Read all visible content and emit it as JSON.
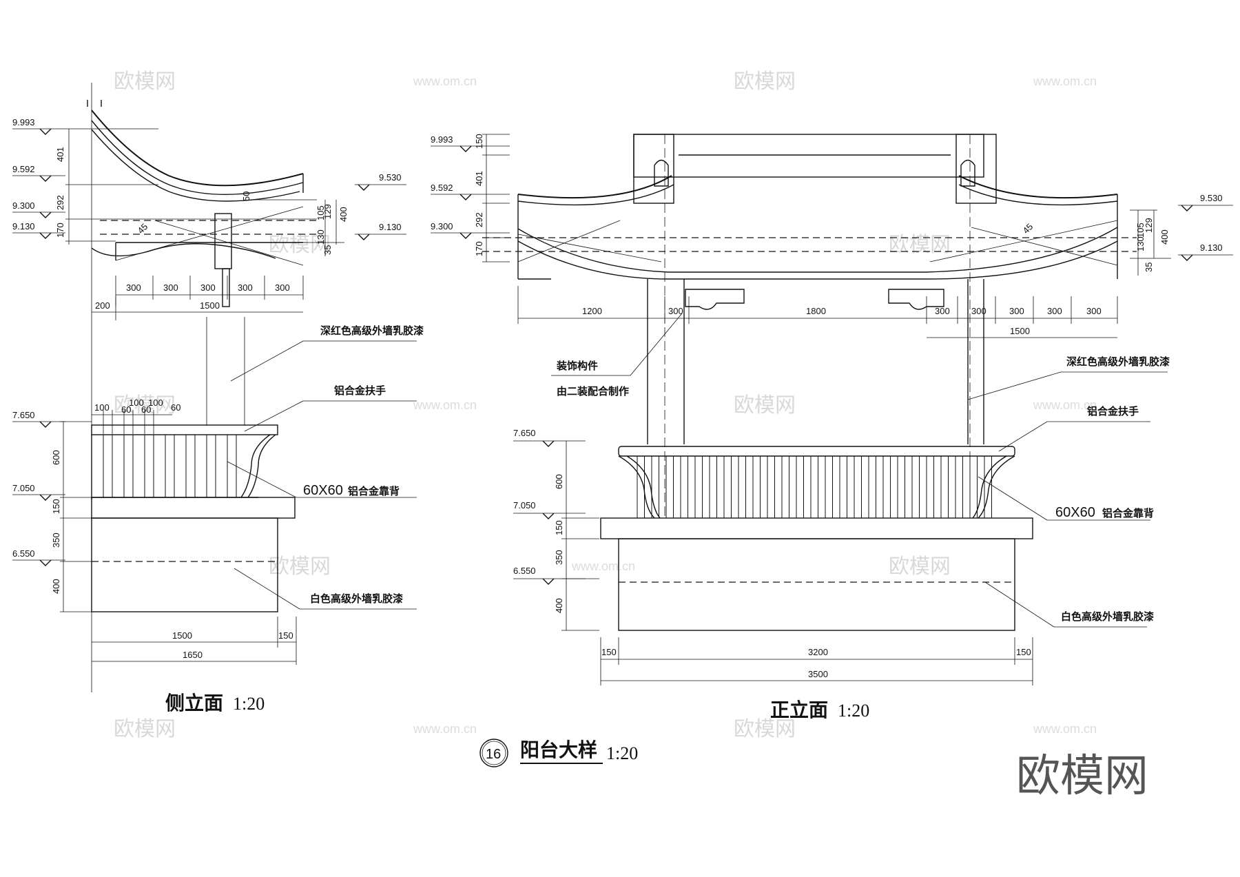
{
  "watermarks": {
    "brand": "欧模网",
    "url": "www.om.cn"
  },
  "side": {
    "levels": [
      "9.993",
      "9.592",
      "9.300",
      "9.130",
      "7.650",
      "7.050",
      "6.550"
    ],
    "right_levels": [
      "9.530",
      "9.130"
    ],
    "vdims_left": [
      "401",
      "292",
      "170",
      "600",
      "150",
      "350",
      "400"
    ],
    "vdims_right": [
      "50",
      "129",
      "105",
      "130",
      "35",
      "400"
    ],
    "angle": "45",
    "roof_dims": [
      "300",
      "300",
      "300",
      "300",
      "300"
    ],
    "dim_200": "200",
    "dim_1500": "1500",
    "rail_dims": [
      "100",
      "60",
      "100",
      "60",
      "100",
      "60"
    ],
    "base_dims": [
      "1500",
      "150"
    ],
    "base_total": "1650",
    "notes": {
      "paint_red": "深红色高级外墙乳胶漆",
      "handrail": "铝合金扶手",
      "backrest": "60X60",
      "backrest_suffix": "铝合金靠背",
      "paint_white": "白色高级外墙乳胶漆"
    },
    "title": "侧立面",
    "scale": "1:20"
  },
  "front": {
    "levels": [
      "9.993",
      "9.592",
      "9.300",
      "7.650",
      "7.050",
      "6.550"
    ],
    "right_levels": [
      "9.530",
      "9.130"
    ],
    "vdims_left": [
      "150",
      "401",
      "292",
      "170",
      "600",
      "150",
      "350",
      "400"
    ],
    "vdims_right": [
      "129",
      "105",
      "130",
      "35",
      "400"
    ],
    "angle": "45",
    "roof_dims": [
      "1200",
      "300",
      "1800",
      "300",
      "300",
      "300",
      "300",
      "300"
    ],
    "dim_1500": "1500",
    "base_dims": [
      "150",
      "3200",
      "150"
    ],
    "base_total": "3500",
    "notes": {
      "decor": "装饰构件",
      "decor2": "由二装配合制作",
      "paint_red": "深红色高级外墙乳胶漆",
      "handrail": "铝合金扶手",
      "backrest": "60X60",
      "backrest_suffix": "铝合金靠背",
      "paint_white": "白色高级外墙乳胶漆"
    },
    "title": "正立面",
    "scale": "1:20"
  },
  "detail": {
    "number": "16",
    "title": "阳台大样",
    "scale": "1:20"
  },
  "corner_brand": "欧模网"
}
